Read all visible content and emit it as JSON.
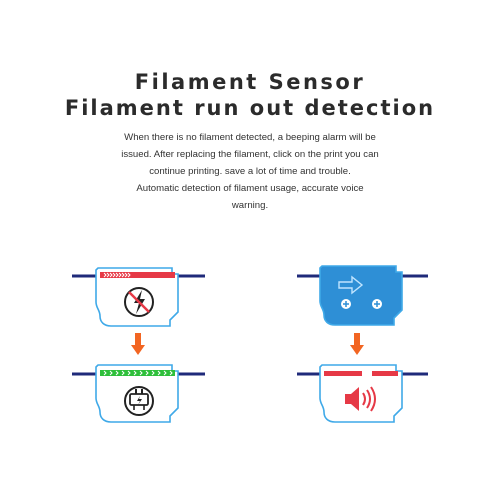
{
  "heading": {
    "line1": "Filament Sensor",
    "line2": "Filament run out detection"
  },
  "description": [
    "When there is no filament detected, a beeping alarm will be",
    "issued. After replacing the filament, click on the print you can",
    "continue printing. save a lot of time and trouble.",
    "Automatic detection of filament usage, accurate voice",
    "warning."
  ],
  "colors": {
    "text": "#2b2b2b",
    "filament_line": "#1f2a7a",
    "sensor_outline": "#3fa9e8",
    "sensor_fill_active": "#2e8fd6",
    "arrow_orange": "#f26522",
    "no_filament_red": "#e63946",
    "filament_green": "#2ebf3a",
    "alarm_red": "#e63946"
  },
  "icons": {
    "no_power": "no-power-icon",
    "plug": "plug-icon",
    "right_arrow": "right-arrow-icon",
    "screw": "screw-icon",
    "speaker": "speaker-alarm-icon"
  }
}
